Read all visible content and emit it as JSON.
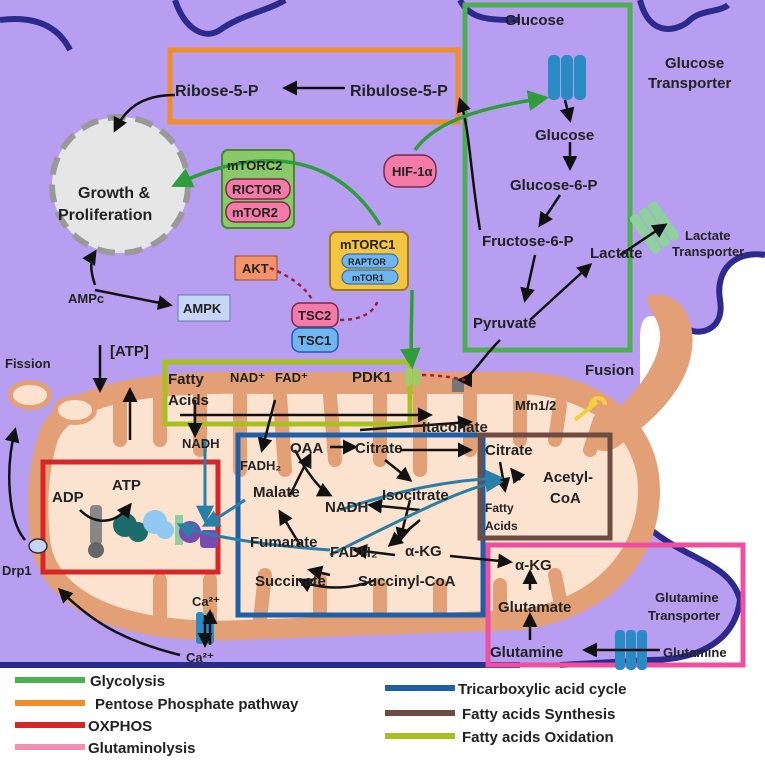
{
  "labels": {
    "ribose": "Ribose-5-P",
    "ribulose": "Ribulose-5-P",
    "glucose_out": "Glucose",
    "glucose_transporter_1": "Glucose",
    "glucose_transporter_2": "Transporter",
    "glucose_in": "Glucose",
    "g6p": "Glucose-6-P",
    "f6p": "Fructose-6-P",
    "pyruvate": "Pyruvate",
    "lactate": "Lactate",
    "lactate_transporter_1": "Lactate",
    "lactate_transporter_2": "Transporter",
    "growth_1": "Growth &",
    "growth_2": "Proliferation",
    "mtorc2": "mTORC2",
    "rictor": "RICTOR",
    "mtor2": "mTOR2",
    "hif": "HIF-1α",
    "mtorc1": "mTORC1",
    "raptor": "RAPTOR",
    "mtor1": "mTOR1",
    "akt": "AKT",
    "ampc": "AMPc",
    "ampk": "AMPK",
    "tsc2": "TSC2",
    "tsc1": "TSC1",
    "atp_ratio": "[ATP]",
    "fission": "Fission",
    "fusion": "Fusion",
    "mfn": "Mfn1/2",
    "pdk1": "PDK1",
    "fatty_1": "Fatty",
    "fatty_2": "Acids",
    "nad": "NAD⁺",
    "fad": "FAD⁺",
    "nadh_top": "NADH",
    "fadh2_top": "FADH₂",
    "itaconate": "Itaconate",
    "oaa": "OAA",
    "citrate": "Citrate",
    "citrate_r": "Citrate",
    "malate": "Malate",
    "isocitrate": "Isocitrate",
    "nadh_mid": "NADH",
    "fumarate": "Fumarate",
    "fadh2_mid": "FADH₂",
    "akg": "α-KG",
    "succinate": "Succinate",
    "succinylcoa": "Succinyl-CoA",
    "acetyl_1": "Acetyl-",
    "acetyl_2": "CoA",
    "fa_syn_1": "Fatty",
    "fa_syn_2": "Acids",
    "akg_r": "α-KG",
    "glutamate": "Glutamate",
    "glutamine_in": "Glutamine",
    "glutamine_out": "Glutamine",
    "gln_transporter_1": "Glutamine",
    "gln_transporter_2": "Transporter",
    "adp": "ADP",
    "atp": "ATP",
    "drp1": "Drp1",
    "ca_in": "Ca²⁺",
    "ca_out": "Ca²⁺"
  },
  "legend": [
    {
      "label": "Glycolysis",
      "color": "#4caf50"
    },
    {
      "label": "Pentose Phosphate pathway",
      "color": "#f28c28"
    },
    {
      "label": "OXPHOS",
      "color": "#d62728"
    },
    {
      "label": "Glutaminolysis",
      "color": "#f48fb1"
    },
    {
      "label": "Tricarboxylic acid cycle",
      "color": "#1f5fa8"
    },
    {
      "label": "Fatty acids Synthesis",
      "color": "#6d4c41"
    },
    {
      "label": "Fatty acids Oxidation",
      "color": "#a8c020"
    }
  ],
  "colors": {
    "cell": "#b79ef0",
    "membrane": "#2c2a8a",
    "mito_outer": "#e3a076",
    "mito_inner": "#fbe3d0",
    "glycolysis": "#4caf50",
    "ppp": "#f28c28",
    "oxphos": "#d62728",
    "glutaminolysis": "#ee4fa0",
    "tca": "#1f5fa8",
    "fa_synthesis": "#6d4c41",
    "fa_oxidation": "#a8c020"
  }
}
